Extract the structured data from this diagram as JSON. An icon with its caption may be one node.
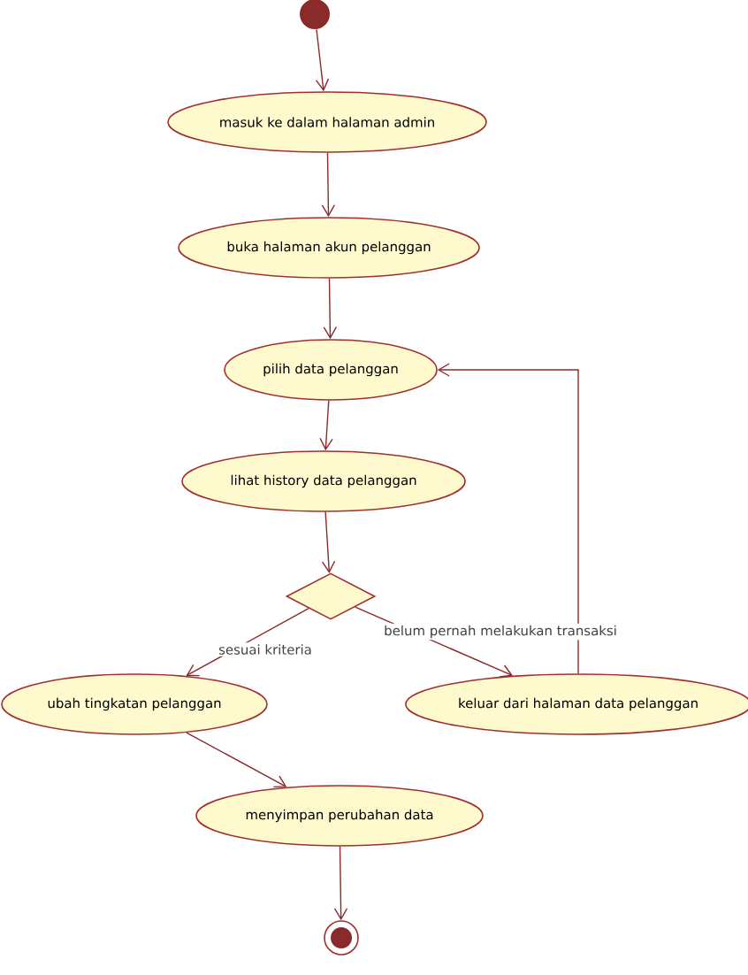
{
  "diagram": {
    "nodes": [
      {
        "text": [],
        "shape": "circle"
      },
      {
        "text": [
          "masuk ke dalam halaman admin"
        ]
      },
      {
        "text": [
          "buka halaman akun pelanggan"
        ]
      },
      {
        "text": [
          "pilih data pelanggan"
        ]
      },
      {
        "text": [
          "lihat history data pelanggan"
        ]
      },
      {
        "text": [],
        "shape": "diamond"
      },
      {
        "text": [
          "ubah tingkatan pelanggan"
        ]
      },
      {
        "text": [
          "keluar dari halaman data pelanggan"
        ]
      },
      {
        "text": [
          "menyimpan perubahan data"
        ]
      },
      {
        "text": [],
        "shape": "circle"
      }
    ],
    "edges": [
      {
        "from": 0,
        "to": 1,
        "arrow": "to"
      },
      {
        "from": 1,
        "to": 2,
        "arrow": "to"
      },
      {
        "from": 2,
        "to": 3,
        "arrow": "to"
      },
      {
        "from": 3,
        "to": 4,
        "arrow": "to"
      },
      {
        "from": 4,
        "to": 5,
        "arrow": "to"
      },
      {
        "from": 5,
        "to": 6,
        "arrow": "to",
        "label": "sesuai kriteria"
      },
      {
        "from": 5,
        "to": 7,
        "arrow": "to",
        "label": "belum pernah melakukan transaksi"
      },
      {
        "from": 7,
        "to": 3,
        "arrow": "to"
      },
      {
        "from": 6,
        "to": 8,
        "arrow": "to"
      },
      {
        "from": 8,
        "to": 9,
        "arrow": "to"
      }
    ]
  }
}
